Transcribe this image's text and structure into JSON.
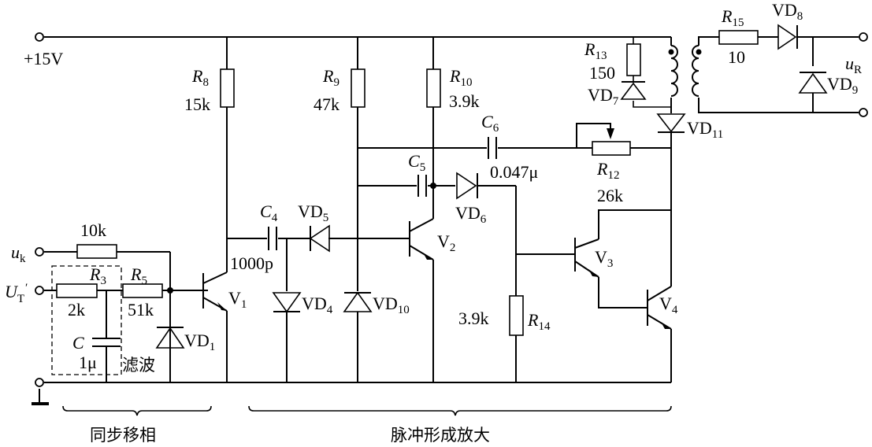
{
  "title": "Pulse trigger circuit: synchronous phase shift and pulse forming/amplification",
  "supply": {
    "label": "+15V"
  },
  "inputs": {
    "uk": {
      "symbol": "u",
      "sub": "k"
    },
    "ut": {
      "symbol": "U",
      "sub": "T",
      "prime": "′"
    },
    "ground": "ground"
  },
  "output": {
    "symbol": "u",
    "sub": "R"
  },
  "resistors": {
    "r_in": {
      "name": "",
      "value": "10k"
    },
    "R3": {
      "sym": "R",
      "sub": "3",
      "value": "2k"
    },
    "R5": {
      "sym": "R",
      "sub": "5",
      "value": "51k"
    },
    "R8": {
      "sym": "R",
      "sub": "8",
      "value": "15k"
    },
    "R9": {
      "sym": "R",
      "sub": "9",
      "value": "47k"
    },
    "R10": {
      "sym": "R",
      "sub": "10",
      "value": "3.9k"
    },
    "R12": {
      "sym": "R",
      "sub": "12",
      "value": "26k"
    },
    "R13": {
      "sym": "R",
      "sub": "13",
      "value": "150"
    },
    "R14": {
      "sym": "R",
      "sub": "14",
      "value": "3.9k"
    },
    "R15": {
      "sym": "R",
      "sub": "15",
      "value": "10"
    }
  },
  "capacitors": {
    "C": {
      "sym": "C",
      "sub": "",
      "value": "1μ"
    },
    "C4": {
      "sym": "C",
      "sub": "4",
      "value": "1000p"
    },
    "C5": {
      "sym": "C",
      "sub": "5",
      "value": ""
    },
    "C6": {
      "sym": "C",
      "sub": "6",
      "value": "0.047μ"
    }
  },
  "diodes": {
    "VD1": {
      "sym": "VD",
      "sub": "1"
    },
    "VD4": {
      "sym": "VD",
      "sub": "4"
    },
    "VD5": {
      "sym": "VD",
      "sub": "5"
    },
    "VD6": {
      "sym": "VD",
      "sub": "6"
    },
    "VD7": {
      "sym": "VD",
      "sub": "7"
    },
    "VD8": {
      "sym": "VD",
      "sub": "8"
    },
    "VD9": {
      "sym": "VD",
      "sub": "9"
    },
    "VD10": {
      "sym": "VD",
      "sub": "10"
    },
    "VD11": {
      "sym": "VD",
      "sub": "11"
    }
  },
  "transistors": {
    "V1": {
      "sym": "V",
      "sub": "1"
    },
    "V2": {
      "sym": "V",
      "sub": "2"
    },
    "V3": {
      "sym": "V",
      "sub": "3"
    },
    "V4": {
      "sym": "V",
      "sub": "4"
    }
  },
  "annotations": {
    "filter": "滤波",
    "section_sync": "同步移相",
    "section_pulse": "脉冲形成放大"
  }
}
